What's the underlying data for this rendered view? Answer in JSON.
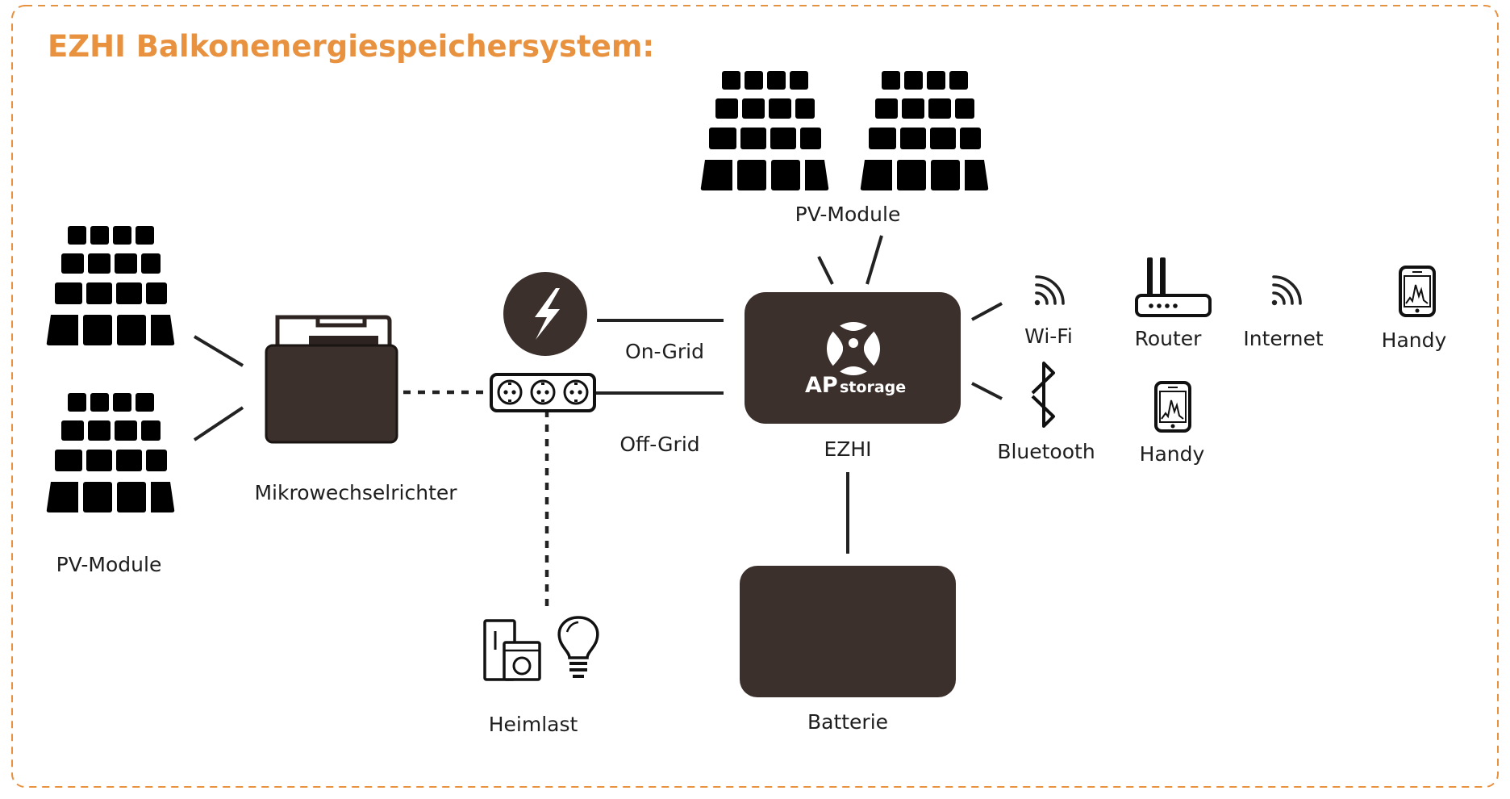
{
  "title": "EZHI Balkonenergiespeichersystem:",
  "colors": {
    "accent": "#e8913f",
    "device": "#3b302c",
    "line": "#222222",
    "background": "#ffffff"
  },
  "labels": {
    "pv_left": "PV-Module",
    "pv_top": "PV-Module",
    "micro_inverter": "Mikrowechselrichter",
    "on_grid": "On-Grid",
    "off_grid": "Off-Grid",
    "ezhi": "EZHI",
    "battery": "Batterie",
    "home_load": "Heimlast",
    "wifi": "Wi-Fi",
    "router": "Router",
    "internet": "Internet",
    "handy_1": "Handy",
    "bluetooth": "Bluetooth",
    "handy_2": "Handy"
  },
  "ezhi_brand": {
    "ap": "AP",
    "storage": "storage"
  },
  "icons": {
    "pv_module": "solar-panel-icon",
    "grid": "lightning-bolt-icon",
    "socket": "power-strip-icon",
    "wifi": "wifi-icon",
    "router": "router-icon",
    "phone": "smartphone-icon",
    "bluetooth": "bluetooth-icon",
    "appliance": "washing-machine-icon",
    "bulb": "light-bulb-icon"
  }
}
